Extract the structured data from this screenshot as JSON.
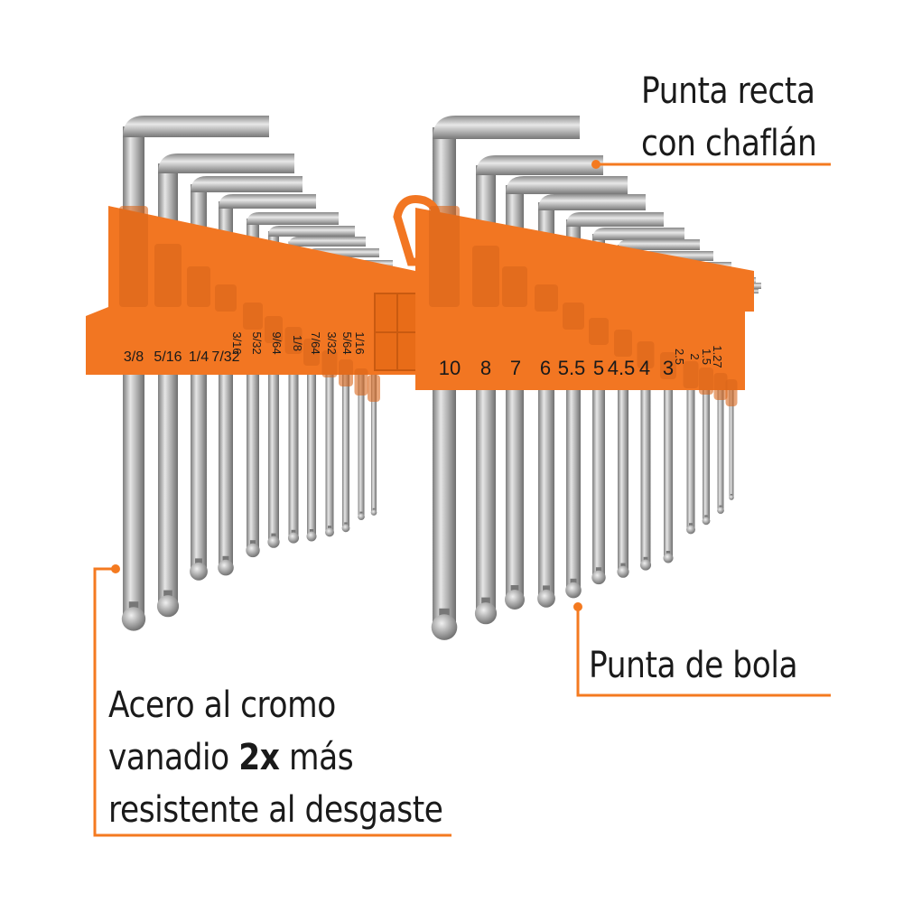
{
  "callouts": {
    "straight_tip": {
      "line1": "Punta recta",
      "line2": "con chaflán"
    },
    "ball_tip": {
      "text": "Punta de bola"
    },
    "material": {
      "line1": "Acero al cromo",
      "line2_pre": "vanadio ",
      "line2_bold": "2x",
      "line2_post": " más",
      "line3": "resistente al desgaste"
    }
  },
  "holder_left": {
    "sizes": [
      "3/8",
      "5/16",
      "1/4",
      "7/32",
      "3/16",
      "5/32",
      "9/64",
      "1/8",
      "7/64",
      "3/32",
      "5/64",
      "1/16"
    ]
  },
  "holder_right": {
    "sizes": [
      "10",
      "8",
      "7",
      "6",
      "5.5",
      "5",
      "4.5",
      "4",
      "3",
      "2.5",
      "2",
      "1.5",
      "1.27"
    ]
  },
  "colors": {
    "accent": "#f47a20",
    "holder": "#f27622",
    "steel": "#b9b9b9",
    "text": "#1a1a1a"
  }
}
